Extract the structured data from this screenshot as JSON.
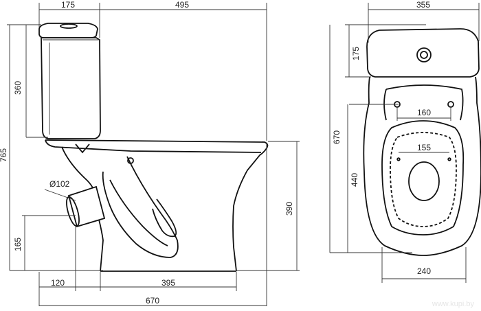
{
  "side_view": {
    "dim_tank_depth": "175",
    "dim_bowl_length": "495",
    "dim_tank_height": "360",
    "dim_total_height": "765",
    "dim_outlet_diameter": "Ø102",
    "dim_outlet_height": "165",
    "dim_outlet_offset": "120",
    "dim_base_length": "395",
    "dim_total_length": "670",
    "dim_seat_height": "390"
  },
  "top_view": {
    "dim_width": "355",
    "dim_tank_depth": "175",
    "dim_total_length": "670",
    "dim_hinge_spacing": "160",
    "dim_fixing_spacing": "155",
    "dim_bowl_length": "440",
    "dim_base_width": "240"
  },
  "watermark": "www.kupi.by"
}
